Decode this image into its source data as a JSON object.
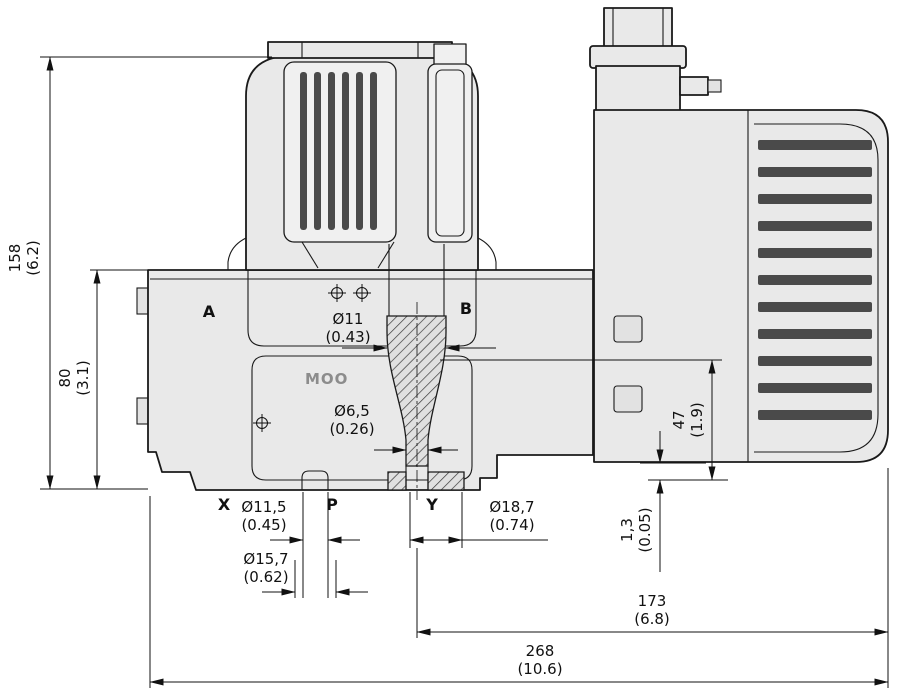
{
  "colors": {
    "body_fill": "#e9e9e9",
    "outline": "#1a1a1a"
  },
  "drawing": {
    "brand_text": "MOO",
    "ports": {
      "a": "A",
      "b": "B",
      "x": "X",
      "p": "P",
      "y": "Y"
    },
    "dims": {
      "total_height": {
        "mm": "158",
        "inch": "(6.2)"
      },
      "port_height": {
        "mm": "80",
        "inch": "(3.1)"
      },
      "dia11": {
        "mm": "Ø11",
        "inch": "(0.43)"
      },
      "dia6_5": {
        "mm": "Ø6,5",
        "inch": "(0.26)"
      },
      "dia11_5": {
        "mm": "Ø11,5",
        "inch": "(0.45)"
      },
      "dia15_7": {
        "mm": "Ø15,7",
        "inch": "(0.62)"
      },
      "dia18_7": {
        "mm": "Ø18,7",
        "inch": "(0.74)"
      },
      "height47": {
        "mm": "47",
        "inch": "(1.9)"
      },
      "gap1_3": {
        "mm": "1,3",
        "inch": "(0.05)"
      },
      "width173": {
        "mm": "173",
        "inch": "(6.8)"
      },
      "width268": {
        "mm": "268",
        "inch": "(10.6)"
      }
    }
  }
}
